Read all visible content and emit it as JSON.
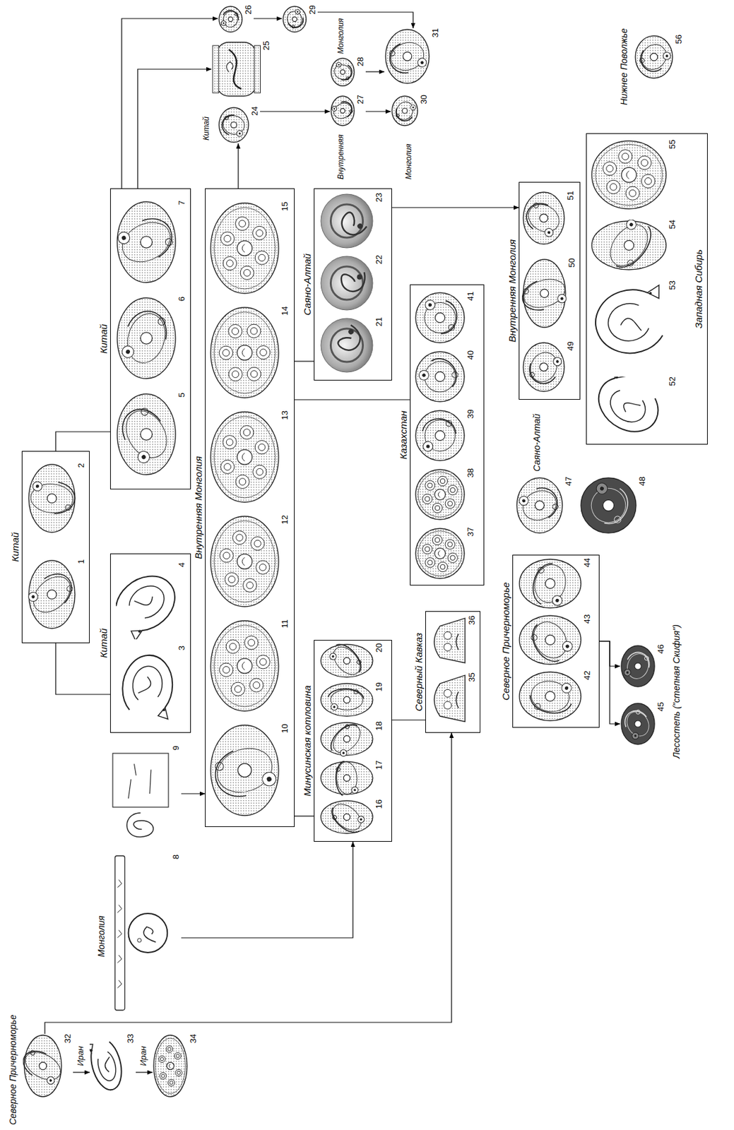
{
  "diagram": {
    "nodes": [
      {
        "text": [
          "Китай"
        ]
      },
      {
        "text": [
          "1"
        ],
        "in": 0
      },
      {
        "text": [
          "2"
        ],
        "in": 0
      },
      {
        "text": [
          "Китай"
        ]
      },
      {
        "text": [
          "3"
        ],
        "in": 3
      },
      {
        "text": [
          "4"
        ],
        "in": 3
      },
      {
        "text": [
          "Китай"
        ]
      },
      {
        "text": [
          "5"
        ],
        "in": 6
      },
      {
        "text": [
          "6"
        ],
        "in": 6
      },
      {
        "text": [
          "7"
        ],
        "in": 6
      },
      {
        "text": [
          "8"
        ]
      },
      {
        "text": [
          "9"
        ]
      },
      {
        "text": [
          "Внутренняя Монголия"
        ]
      },
      {
        "text": [
          "10"
        ],
        "in": 12
      },
      {
        "text": [
          "11"
        ],
        "in": 12
      },
      {
        "text": [
          "12"
        ],
        "in": 12
      },
      {
        "text": [
          "13"
        ],
        "in": 12
      },
      {
        "text": [
          "14"
        ],
        "in": 12
      },
      {
        "text": [
          "15"
        ],
        "in": 12
      },
      {
        "text": [
          "Минусинская котловина"
        ]
      },
      {
        "text": [
          "16"
        ],
        "in": 19
      },
      {
        "text": [
          "17"
        ],
        "in": 19
      },
      {
        "text": [
          "18"
        ],
        "in": 19
      },
      {
        "text": [
          "19"
        ],
        "in": 19
      },
      {
        "text": [
          "20"
        ],
        "in": 19
      },
      {
        "text": [
          "Саяно-Алтай"
        ]
      },
      {
        "text": [
          "21"
        ],
        "in": 25
      },
      {
        "text": [
          "22"
        ],
        "in": 25
      },
      {
        "text": [
          "23"
        ],
        "in": 25
      },
      {
        "text": [
          "24"
        ]
      },
      {
        "text": [
          "25"
        ]
      },
      {
        "text": [
          "26"
        ]
      },
      {
        "text": [
          "27"
        ]
      },
      {
        "text": [
          "28"
        ]
      },
      {
        "text": [
          "29"
        ]
      },
      {
        "text": [
          "30"
        ]
      },
      {
        "text": [
          "31"
        ]
      },
      {
        "text": [
          "32"
        ]
      },
      {
        "text": [
          "33"
        ]
      },
      {
        "text": [
          "34"
        ]
      },
      {
        "text": [
          "Северный Кавказ"
        ]
      },
      {
        "text": [
          "35"
        ],
        "in": 40
      },
      {
        "text": [
          "36"
        ],
        "in": 40
      },
      {
        "text": [
          "Казахстан"
        ]
      },
      {
        "text": [
          "37"
        ],
        "in": 43
      },
      {
        "text": [
          "38"
        ],
        "in": 43
      },
      {
        "text": [
          "39"
        ],
        "in": 43
      },
      {
        "text": [
          "40"
        ],
        "in": 43
      },
      {
        "text": [
          "41"
        ],
        "in": 43
      },
      {
        "text": [
          "Северное Причерноморье"
        ]
      },
      {
        "text": [
          "42"
        ],
        "in": 49
      },
      {
        "text": [
          "43"
        ],
        "in": 49
      },
      {
        "text": [
          "44"
        ],
        "in": 49
      },
      {
        "text": [
          "45"
        ]
      },
      {
        "text": [
          "46"
        ]
      },
      {
        "text": [
          "47"
        ]
      },
      {
        "text": [
          "48"
        ]
      },
      {
        "text": [
          "Внутренняя Монголия"
        ]
      },
      {
        "text": [
          "49"
        ],
        "in": 57
      },
      {
        "text": [
          "50"
        ],
        "in": 57
      },
      {
        "text": [
          "51"
        ],
        "in": 57
      },
      {
        "text": [
          "Западная Сибирь"
        ]
      },
      {
        "text": [
          "52"
        ],
        "in": 61
      },
      {
        "text": [
          "53"
        ],
        "in": 61
      },
      {
        "text": [
          "54"
        ],
        "in": 61
      },
      {
        "text": [
          "55"
        ],
        "in": 61
      },
      {
        "text": [
          "56"
        ]
      }
    ],
    "edges": [
      {
        "from": 0,
        "to": 3,
        "arrow": "none"
      },
      {
        "from": 0,
        "to": 6,
        "arrow": "none"
      },
      {
        "from": 11,
        "to": 12,
        "arrow": "to"
      },
      {
        "from": 10,
        "to": 19,
        "arrow": "to"
      },
      {
        "from": 12,
        "to": 19,
        "arrow": "none"
      },
      {
        "from": 12,
        "to": 25,
        "arrow": "none"
      },
      {
        "from": 12,
        "to": 43,
        "arrow": "none"
      },
      {
        "from": 19,
        "to": 40,
        "arrow": "none"
      },
      {
        "from": 6,
        "to": 30,
        "arrow": "to"
      },
      {
        "from": 6,
        "to": 31,
        "arrow": "to"
      },
      {
        "from": 12,
        "to": 29,
        "arrow": "to"
      },
      {
        "from": 29,
        "to": 32,
        "arrow": "to"
      },
      {
        "from": 32,
        "to": 35,
        "arrow": "to"
      },
      {
        "from": 33,
        "to": 36,
        "arrow": "to"
      },
      {
        "from": 31,
        "to": 34,
        "arrow": "to"
      },
      {
        "from": 34,
        "to": 36,
        "arrow": "to"
      },
      {
        "from": 37,
        "to": 38,
        "arrow": "to"
      },
      {
        "from": 38,
        "to": 39,
        "arrow": "to"
      },
      {
        "from": 37,
        "to": 40,
        "arrow": "to"
      },
      {
        "from": 49,
        "to": 53,
        "arrow": "to"
      },
      {
        "from": 49,
        "to": 54,
        "arrow": "to"
      },
      {
        "from": 25,
        "to": 57,
        "arrow": "to"
      }
    ],
    "labels": [
      "Монголия",
      "Северное Причерноморье",
      "Иран",
      "Иран",
      "Китай",
      "Внутренняя",
      "Монголия",
      "Монголия",
      "Лесостепь (\"степная Скифия\")",
      "Саяно-Алтай",
      "Нижнее Поволжье"
    ]
  }
}
